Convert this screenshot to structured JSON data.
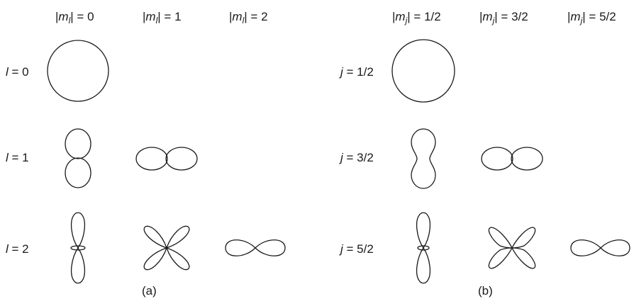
{
  "panel_a": {
    "col_headers": [
      {
        "var": "m",
        "sub": "l",
        "value": "0"
      },
      {
        "var": "m",
        "sub": "l",
        "value": "1"
      },
      {
        "var": "m",
        "sub": "l",
        "value": "2"
      }
    ],
    "row_labels": [
      {
        "var": "l",
        "value": "0"
      },
      {
        "var": "l",
        "value": "1"
      },
      {
        "var": "l",
        "value": "2"
      }
    ],
    "caption": "(a)"
  },
  "panel_b": {
    "col_headers": [
      {
        "var": "m",
        "sub": "j",
        "value": "1/2"
      },
      {
        "var": "m",
        "sub": "j",
        "value": "3/2"
      },
      {
        "var": "m",
        "sub": "j",
        "value": "5/2"
      }
    ],
    "row_labels": [
      {
        "var": "j",
        "value": "1/2"
      },
      {
        "var": "j",
        "value": "3/2"
      },
      {
        "var": "j",
        "value": "5/2"
      }
    ],
    "caption": "(b)"
  }
}
